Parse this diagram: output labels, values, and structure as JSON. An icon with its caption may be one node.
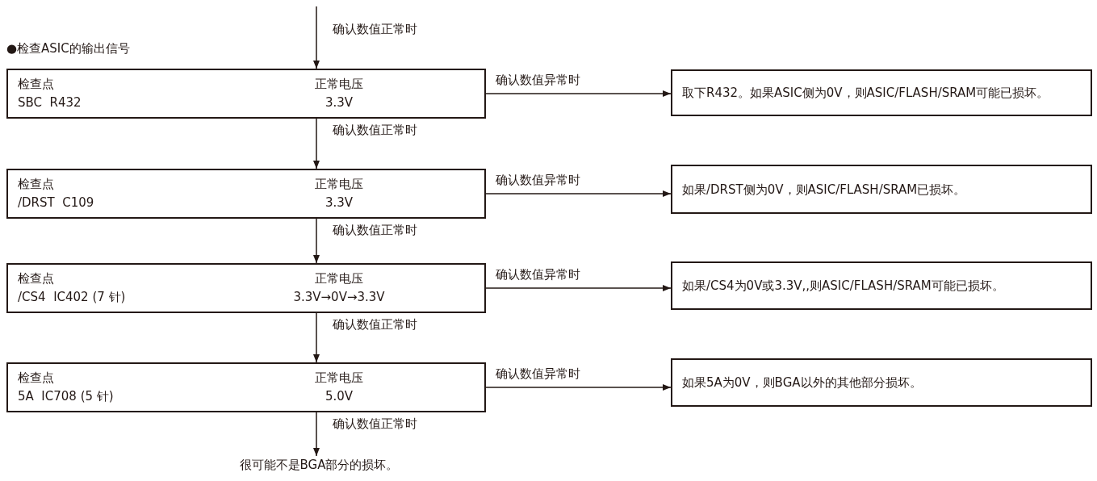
{
  "diagram": {
    "title": "●检查ASIC的输出信号",
    "nodes": [
      {
        "text": [
          "检查点",
          "SBC  R432",
          "正常电压",
          "3.3V"
        ]
      },
      {
        "text": [
          "取下R432。如果ASIC侧为0V，则ASIC/FLASH/SRAM可能已损坏。"
        ]
      },
      {
        "text": [
          "检查点",
          "/DRST  C109",
          "正常电压",
          "3.3V"
        ]
      },
      {
        "text": [
          "如果/DRST侧为0V，则ASIC/FLASH/SRAM已损坏。"
        ]
      },
      {
        "text": [
          "检查点",
          "/CS4  IC402 (7 针)",
          "正常电压",
          "3.3V→0V→3.3V"
        ]
      },
      {
        "text": [
          "如果/CS4为0V或3.3V,,则ASIC/FLASH/SRAM可能已损坏。"
        ]
      },
      {
        "text": [
          "检查点",
          "5A  IC708 (5 针)",
          "正常电压",
          "5.0V"
        ]
      },
      {
        "text": [
          "如果5A为0V，则BGA以外的其他部分损坏。"
        ]
      },
      {
        "text": [
          "很可能不是BGA部分的损坏。"
        ]
      }
    ],
    "edges": [
      {
        "from": null,
        "to": 0,
        "arrow": "to",
        "label": "确认数值正常时"
      },
      {
        "from": 0,
        "to": 1,
        "arrow": "to",
        "label": "确认数值异常时"
      },
      {
        "from": 0,
        "to": 2,
        "arrow": "to",
        "label": "确认数值正常时"
      },
      {
        "from": 2,
        "to": 3,
        "arrow": "to",
        "label": "确认数值异常时"
      },
      {
        "from": 2,
        "to": 4,
        "arrow": "to",
        "label": "确认数值正常时"
      },
      {
        "from": 4,
        "to": 5,
        "arrow": "to",
        "label": "确认数值异常时"
      },
      {
        "from": 4,
        "to": 6,
        "arrow": "to",
        "label": "确认数值正常时"
      },
      {
        "from": 6,
        "to": 7,
        "arrow": "to",
        "label": "确认数值异常时"
      },
      {
        "from": 6,
        "to": 8,
        "arrow": "to",
        "label": "确认数值正常时"
      }
    ]
  }
}
